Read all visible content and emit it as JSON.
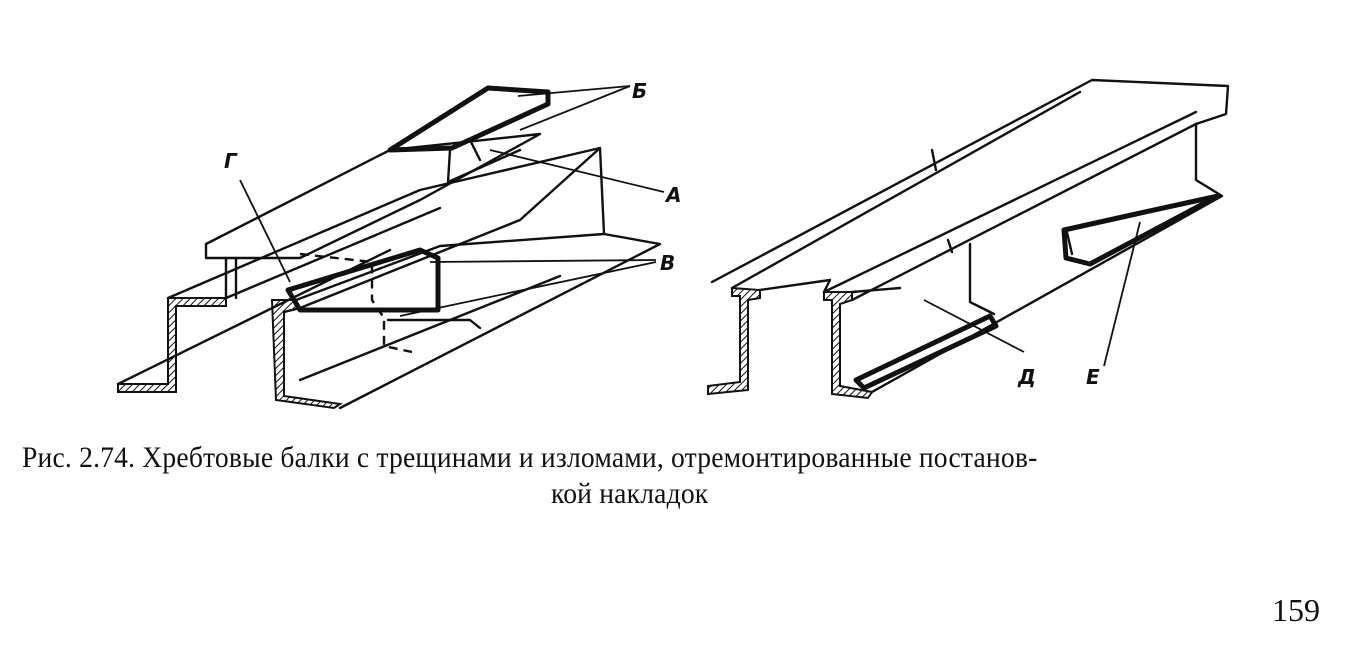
{
  "figure": {
    "callouts": {
      "A": "А",
      "B": "Б",
      "V": "В",
      "G": "Г",
      "D": "Д",
      "E": "Е"
    }
  },
  "caption": {
    "line1": "Рис. 2.74. Хребтовые балки с трещинами и изломами, отремонтированные постанов-",
    "line2": "кой накладок"
  },
  "page": {
    "number": "159"
  }
}
